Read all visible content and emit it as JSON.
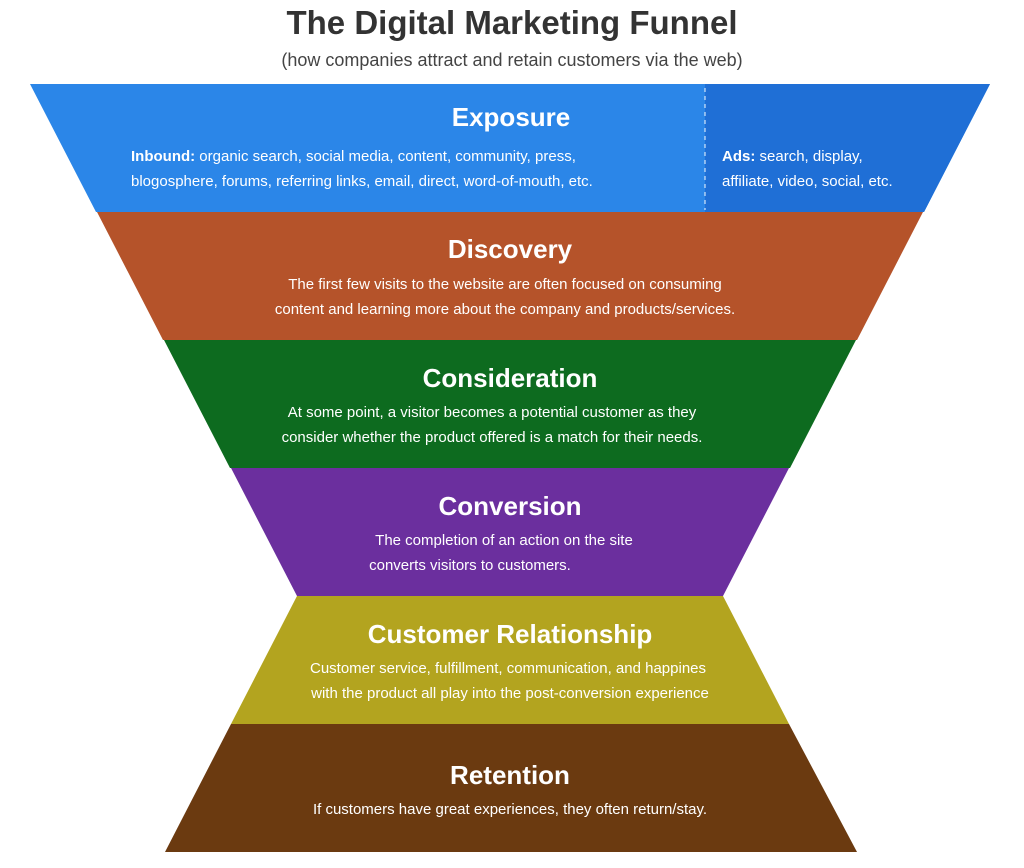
{
  "header": {
    "title": "The Digital Marketing Funnel",
    "subtitle": "(how companies attract and retain customers via the web)"
  },
  "stages": [
    {
      "name": "Exposure",
      "color": "#2b86e8",
      "inbound_label": "Inbound:",
      "inbound_lines": [
        " organic search, social media, content, community, press,",
        "blogosphere, forums, referring links, email, direct, word-of-mouth, etc."
      ],
      "ads_label": "Ads:",
      "ads_lines": [
        " search, display,",
        "affiliate, video, social, etc."
      ],
      "ads_color": "#1f6fd6"
    },
    {
      "name": "Discovery",
      "color": "#b5532a",
      "lines": [
        "The first few visits to the website are often focused on consuming",
        "content and learning more about the company and products/services."
      ]
    },
    {
      "name": "Consideration",
      "color": "#0d6b1f",
      "lines": [
        "At some point, a visitor becomes a potential customer as they",
        "consider whether the product offered is a match for their needs."
      ]
    },
    {
      "name": "Conversion",
      "color": "#6b2f9e",
      "lines": [
        "The completion of an action on the site",
        "converts visitors to customers."
      ]
    },
    {
      "name": "Customer Relationship",
      "color": "#b3a41f",
      "lines": [
        "Customer service, fulfillment, communication, and happines",
        "with the product all play into the post-conversion experience"
      ]
    },
    {
      "name": "Retention",
      "color": "#6b3a10",
      "lines": [
        "If customers have great experiences, they often return/stay."
      ]
    }
  ]
}
